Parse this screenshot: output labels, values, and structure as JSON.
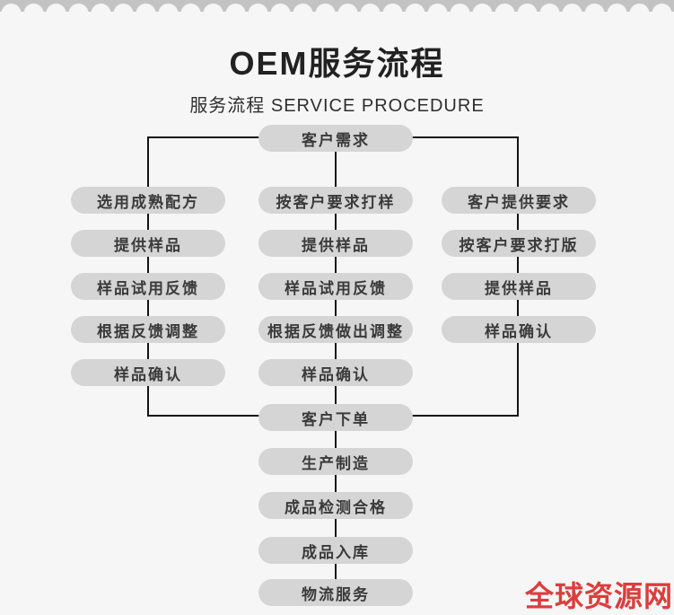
{
  "page": {
    "title": "OEM服务流程",
    "subtitle": "服务流程 SERVICE PROCEDURE",
    "watermark": "全球资源网",
    "colors": {
      "background": "#f6f6f6",
      "node_fill": "#d5d5d5",
      "node_text": "#3a3a3a",
      "connector_line": "#141414",
      "lace_gray": "#c3c3c3",
      "watermark_red": "#dc3d3d"
    }
  },
  "flowchart": {
    "top_node": "客户需求",
    "columns": [
      {
        "name": "left",
        "steps": [
          "选用成熟配方",
          "提供样品",
          "样品试用反馈",
          "根据反馈调整",
          "样品确认"
        ]
      },
      {
        "name": "middle",
        "steps": [
          "按客户要求打样",
          "提供样品",
          "样品试用反馈",
          "根据反馈做出调整",
          "样品确认"
        ]
      },
      {
        "name": "right",
        "steps": [
          "客户提供要求",
          "按客户要求打版",
          "提供样品",
          "样品确认"
        ]
      }
    ],
    "bottom_steps": [
      "客户下单",
      "生产制造",
      "成品检测合格",
      "成品入库",
      "物流服务"
    ]
  }
}
